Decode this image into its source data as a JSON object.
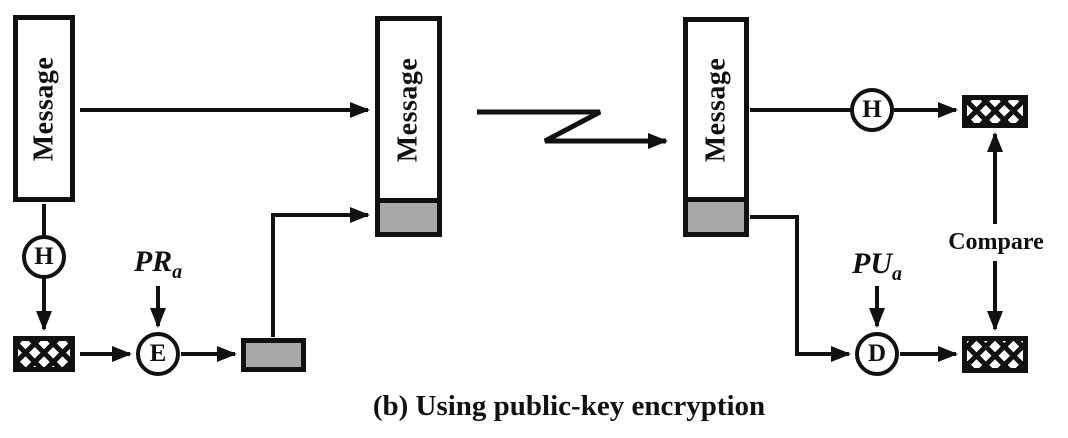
{
  "caption": "(b) Using public-key encryption",
  "sender": {
    "message_label": "Message",
    "hash_circle_label": "H",
    "encrypt_circle_label": "E",
    "private_key_label": "PR",
    "private_key_sub": "a"
  },
  "transit": {
    "message_label": "Message"
  },
  "receiver": {
    "message_label": "Message",
    "hash_circle_label": "H",
    "decrypt_circle_label": "D",
    "public_key_label": "PU",
    "public_key_sub": "a",
    "compare_label": "Compare"
  },
  "colors": {
    "line": "#111111",
    "signature_gray": "#a9a9a9",
    "paper": "#ffffff"
  }
}
